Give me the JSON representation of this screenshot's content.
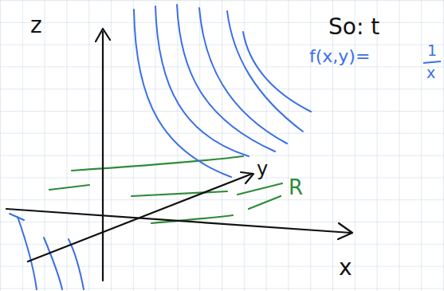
{
  "diagram": {
    "labels": [
      "z",
      "y",
      "x",
      "R",
      "So: t",
      "f(x,y)=",
      "1",
      "x"
    ]
  }
}
